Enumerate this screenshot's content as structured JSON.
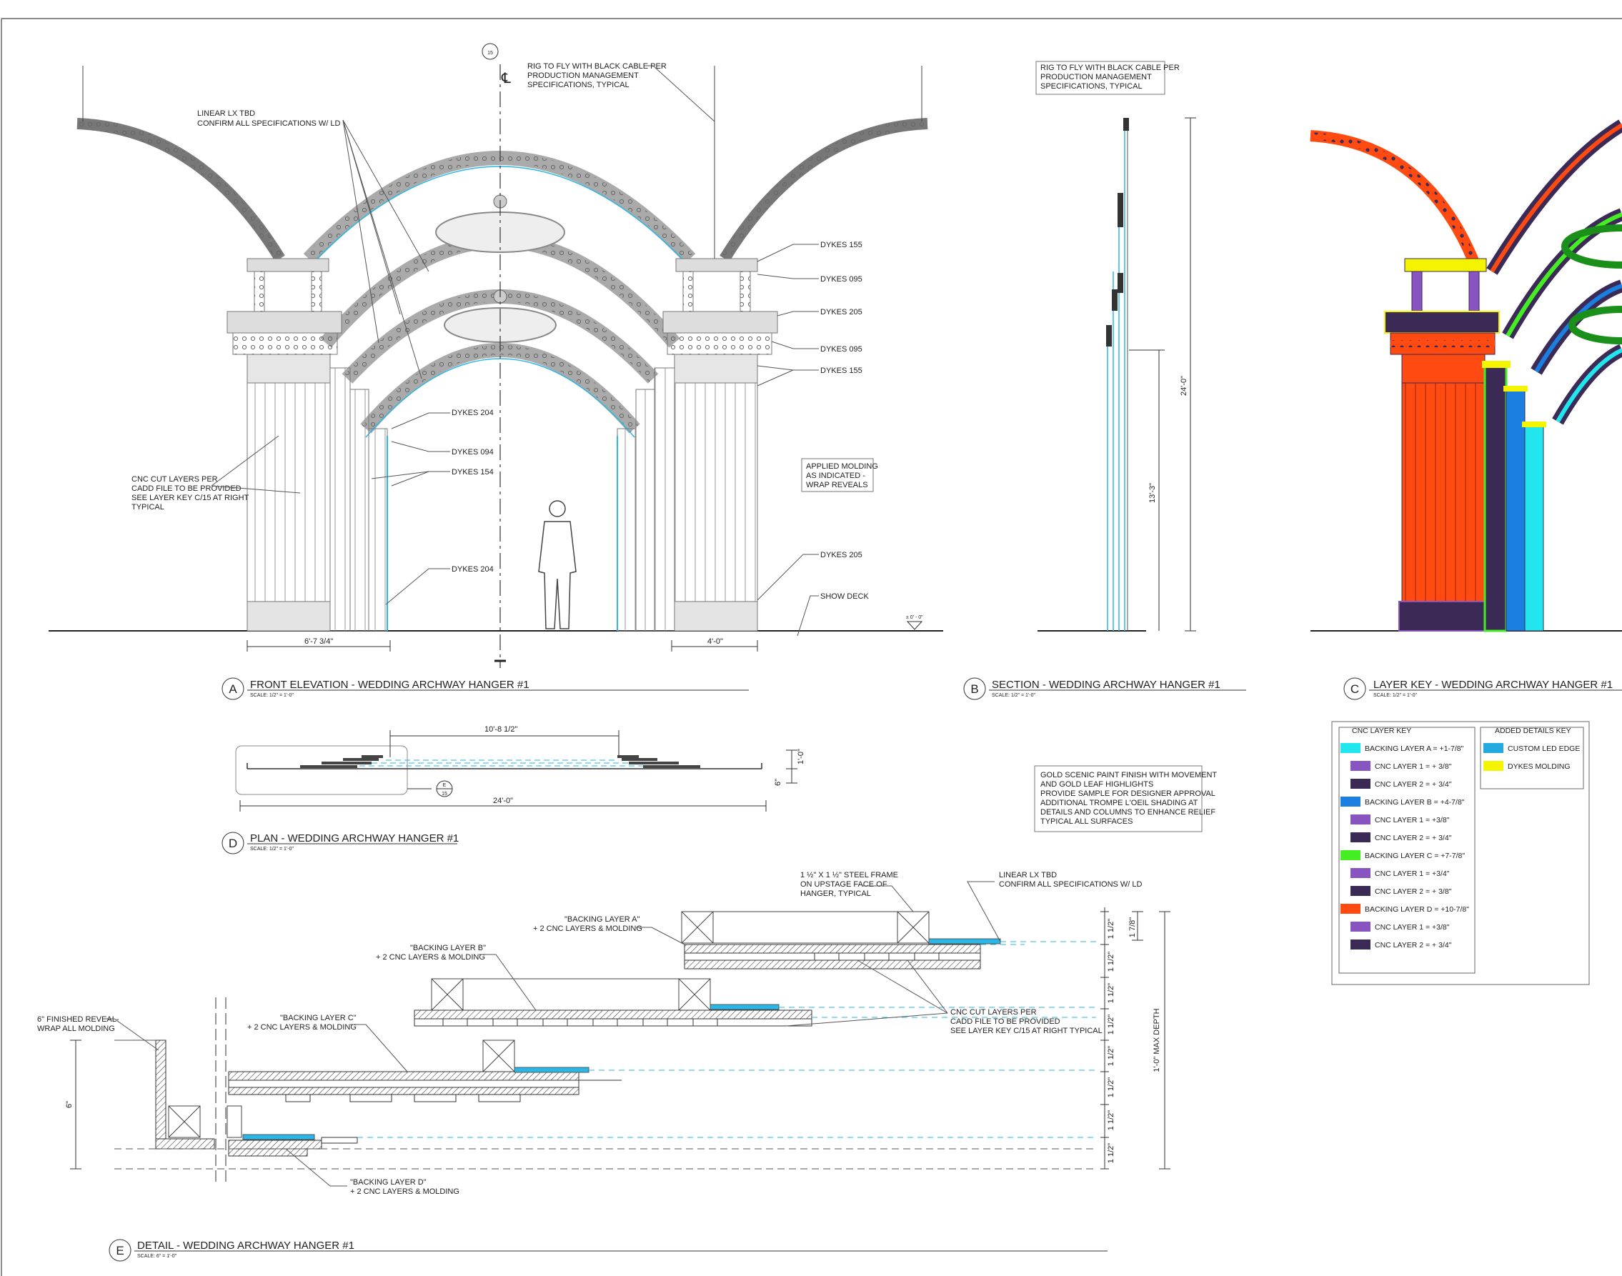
{
  "views": {
    "a": {
      "letter": "A",
      "title": "FRONT ELEVATION - WEDDING ARCHWAY HANGER #1",
      "scale": "SCALE: 1/2\" = 1'-0\""
    },
    "b": {
      "letter": "B",
      "title": "SECTION - WEDDING ARCHWAY HANGER #1",
      "scale": "SCALE: 1/2\" = 1'-0\""
    },
    "c": {
      "letter": "C",
      "title": "LAYER KEY - WEDDING ARCHWAY HANGER #1",
      "scale": "SCALE: 1/2\" = 1'-0\""
    },
    "d": {
      "letter": "D",
      "title": "PLAN - WEDDING ARCHWAY HANGER #1",
      "scale": "SCALE: 1/2\" = 1'-0\""
    },
    "e": {
      "letter": "E",
      "title": "DETAIL - WEDDING ARCHWAY HANGER #1",
      "scale": "SCALE: 6\" = 1'-0\""
    }
  },
  "elevation": {
    "centerline": "℄",
    "top_ref": "15",
    "rig_note": [
      "RIG TO FLY WITH BLACK CABLE PER",
      "PRODUCTION MANAGEMENT",
      "SPECIFICATIONS, TYPICAL"
    ],
    "linear_note": [
      "LINEAR LX TBD",
      "CONFIRM ALL SPECIFICATIONS W/ LD"
    ],
    "cnc_note": [
      "CNC CUT LAYERS PER",
      "CADD FILE TO BE PROVIDED",
      "SEE LAYER KEY C/15 AT RIGHT",
      "TYPICAL"
    ],
    "applied_note": [
      "APPLIED MOLDING",
      "AS INDICATED -",
      "WRAP REVEALS"
    ],
    "right_labels": [
      "DYKES 155",
      "DYKES 095",
      "DYKES 205",
      "DYKES 095",
      "DYKES 155",
      "DYKES 205",
      "SHOW DECK"
    ],
    "inner_labels": [
      "DYKES 204",
      "DYKES 094",
      "DYKES 154",
      "DYKES 204"
    ],
    "dim_left": "6'-7 3/4\"",
    "dim_right": "4'-0\"",
    "elev_marker": "± 0' - 0\""
  },
  "section": {
    "rig_note": [
      "RIG TO FLY WITH BLACK CABLE PER",
      "PRODUCTION MANAGEMENT",
      "SPECIFICATIONS, TYPICAL"
    ],
    "dim_total": "24'-0\"",
    "dim_lower": "13'-3\""
  },
  "plan": {
    "dim_top": "10'-8 1/2\"",
    "dim_bottom": "24'-0\"",
    "dim_right1": "1'-0\"",
    "dim_right2": "6\"",
    "ref_top": "E",
    "ref_bottom": "15"
  },
  "paint_note": [
    "GOLD SCENIC PAINT FINISH WITH MOVEMENT",
    "AND GOLD LEAF HIGHLIGHTS",
    "PROVIDE SAMPLE FOR DESIGNER APPROVAL",
    "ADDITIONAL TROMPE L'OEIL SHADING AT",
    "DETAILS AND COLUMNS TO ENHANCE RELIEF",
    "TYPICAL ALL SURFACES"
  ],
  "layer_key": {
    "cnc_heading": "CNC LAYER KEY",
    "added_heading": "ADDED DETAILS KEY",
    "cnc_items": [
      {
        "label": "BACKING LAYER A  = +1-7/8\"",
        "color": "#22e6ee",
        "indent": false
      },
      {
        "label": "CNC LAYER 1 = + 3/8\"",
        "color": "#8855c0",
        "indent": true
      },
      {
        "label": "CNC LAYER 2 = + 3/4\"",
        "color": "#3a2a55",
        "indent": true
      },
      {
        "label": "BACKING LAYER B = +4-7/8\"",
        "color": "#1a7fe0",
        "indent": false
      },
      {
        "label": "CNC LAYER 1 = +3/8\"",
        "color": "#8855c0",
        "indent": true
      },
      {
        "label": "CNC LAYER 2 = + 3/4\"",
        "color": "#3a2a55",
        "indent": true
      },
      {
        "label": "BACKING LAYER C = +7-7/8\"",
        "color": "#44ee22",
        "indent": false
      },
      {
        "label": "CNC LAYER 1 = +3/4\"",
        "color": "#8855c0",
        "indent": true
      },
      {
        "label": "CNC LAYER 2 = + 3/8\"",
        "color": "#3a2a55",
        "indent": true
      },
      {
        "label": "BACKING LAYER D = +10-7/8\"",
        "color": "#ff4a12",
        "indent": false
      },
      {
        "label": "CNC LAYER 1 = +3/8\"",
        "color": "#8855c0",
        "indent": true
      },
      {
        "label": "CNC LAYER 2 = + 3/4\"",
        "color": "#3a2a55",
        "indent": true
      }
    ],
    "added_items": [
      {
        "label": "CUSTOM LED EDGE",
        "color": "#24a8e0"
      },
      {
        "label": "DYKES MOLDING",
        "color": "#f4f400"
      }
    ]
  },
  "detail": {
    "frame_note": [
      "1 ½\" X 1 ½\" STEEL FRAME",
      "ON UPSTAGE FACE OF",
      "HANGER, TYPICAL"
    ],
    "linear_note": [
      "LINEAR LX TBD",
      "CONFIRM ALL SPECIFICATIONS W/ LD"
    ],
    "layer_a": [
      "\"BACKING LAYER A\"",
      "+ 2 CNC LAYERS & MOLDING"
    ],
    "layer_b": [
      "\"BACKING LAYER B\"",
      "+ 2 CNC LAYERS & MOLDING"
    ],
    "layer_c": [
      "\"BACKING LAYER C\"",
      "+ 2 CNC LAYERS & MOLDING"
    ],
    "layer_d": [
      "\"BACKING LAYER D\"",
      "+ 2 CNC LAYERS & MOLDING"
    ],
    "reveal_note": [
      "6\" FINISHED REVEAL-",
      "WRAP ALL MOLDING"
    ],
    "cnc_note": [
      "CNC CUT LAYERS PER",
      "CADD FILE TO BE PROVIDED",
      "SEE LAYER KEY C/15 AT RIGHT TYPICAL"
    ],
    "depth_dims": [
      "1 1/2\"",
      "1 1/2\"",
      "1 1/2\"",
      "1 1/2\"",
      "1 1/2\"",
      "1 1/2\"",
      "1 1/2\"",
      "1 1/2\""
    ],
    "dim_178": "1 7/8\"",
    "dim_max": "1'-0\" MAX DEPTH",
    "dim_6": "6\""
  }
}
